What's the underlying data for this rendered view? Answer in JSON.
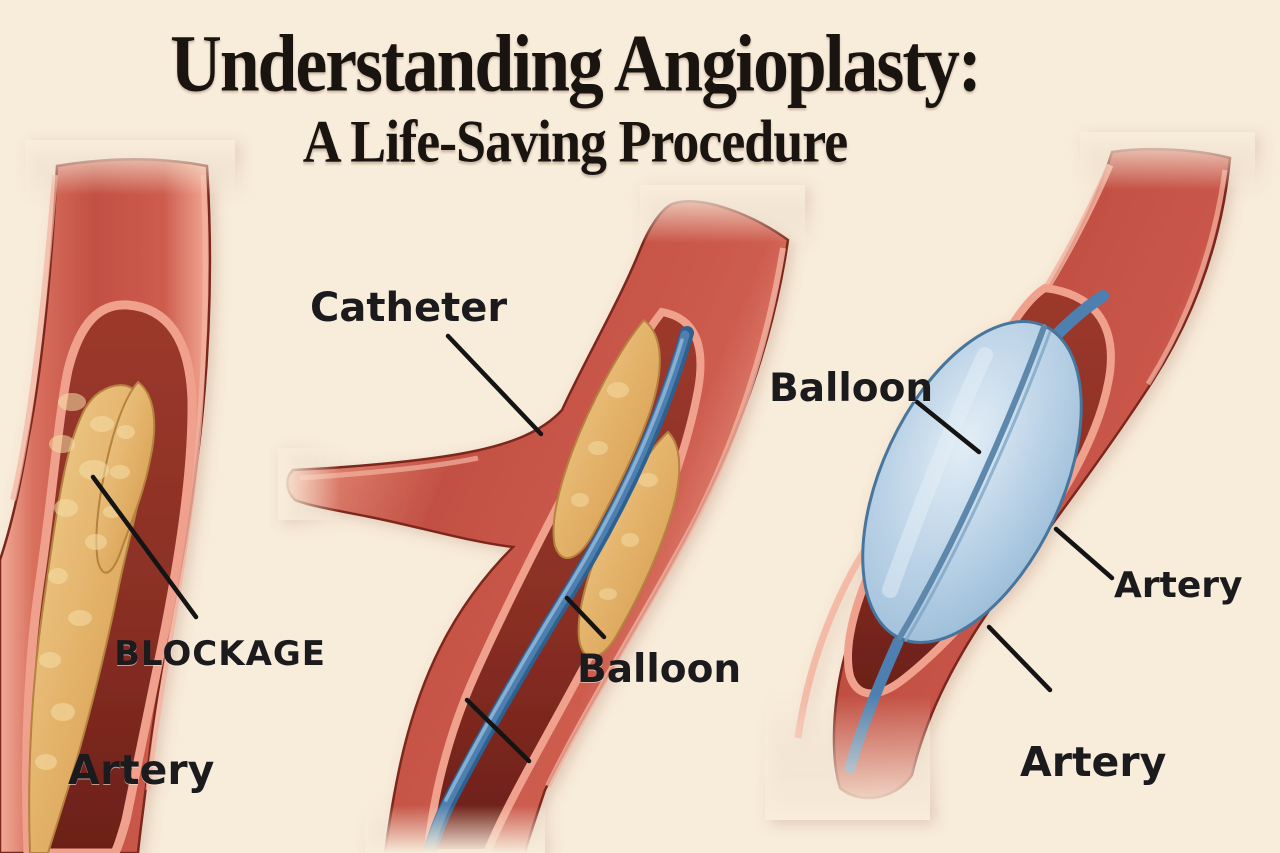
{
  "title": {
    "line1": "Understanding Angioplasty:",
    "line2": "A Life-Saving Procedure"
  },
  "labels": {
    "left_blockage": "BLOCKAGE",
    "left_artery": "Artery",
    "mid_catheter": "Catheter",
    "mid_balloon": "Balloon",
    "right_balloon": "Balloon",
    "right_artery_upper": "Artery",
    "right_artery_lower": "Artery"
  },
  "panels": {
    "left": "artery with blockage",
    "middle": "catheter and deflated balloon inserted",
    "right": "balloon inflated widening artery"
  },
  "colors": {
    "background": "#f8ecda",
    "title_text": "#191410",
    "label_text": "#1b1b1e",
    "line": "#141414",
    "artery_wall": "#c9564a",
    "artery_wall_light": "#f0ab98",
    "artery_outline": "#7c281f",
    "artery_lumen": "#8e3227",
    "rim": "#efa18d",
    "plaque": "#e3b269",
    "plaque_highlight": "#f3d9a4",
    "catheter": "#4e80b0",
    "catheter_highlight": "#8db4d6",
    "balloon": "#b7cfe4",
    "balloon_highlight": "#dde9f3",
    "balloon_outline": "#46759c"
  }
}
